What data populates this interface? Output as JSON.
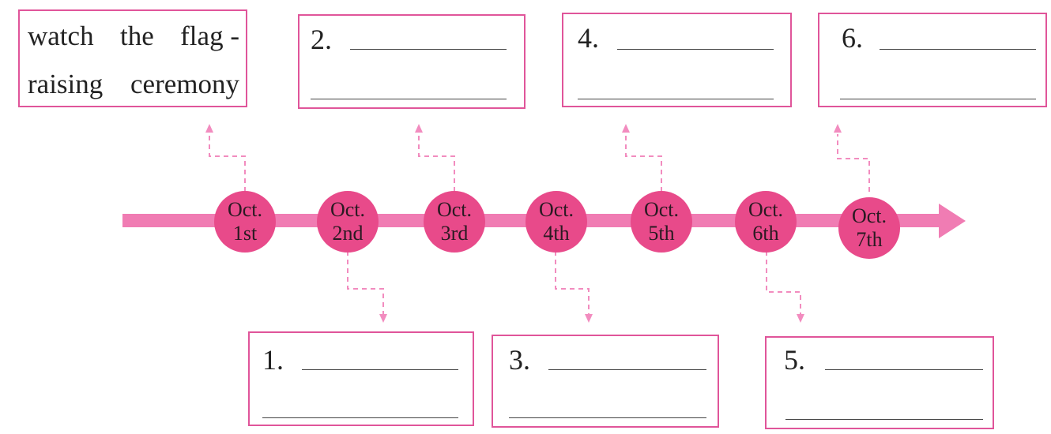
{
  "first_box": {
    "line1_words": [
      "watch",
      "the",
      "flag -"
    ],
    "line2_words": [
      "raising",
      "ceremony"
    ]
  },
  "answer_boxes": [
    {
      "label": "1."
    },
    {
      "label": "2."
    },
    {
      "label": "3."
    },
    {
      "label": "4."
    },
    {
      "label": "5."
    },
    {
      "label": "6."
    }
  ],
  "timeline": {
    "dates": [
      {
        "month": "Oct.",
        "day": "1st"
      },
      {
        "month": "Oct.",
        "day": "2nd"
      },
      {
        "month": "Oct.",
        "day": "3rd"
      },
      {
        "month": "Oct.",
        "day": "4th"
      },
      {
        "month": "Oct.",
        "day": "5th"
      },
      {
        "month": "Oct.",
        "day": "6th"
      },
      {
        "month": "Oct.",
        "day": "7th"
      }
    ]
  },
  "colors": {
    "accent": "#e84a8a",
    "border": "#e0559a",
    "arrow": "#f07cb3",
    "connector": "#f28cbf"
  }
}
